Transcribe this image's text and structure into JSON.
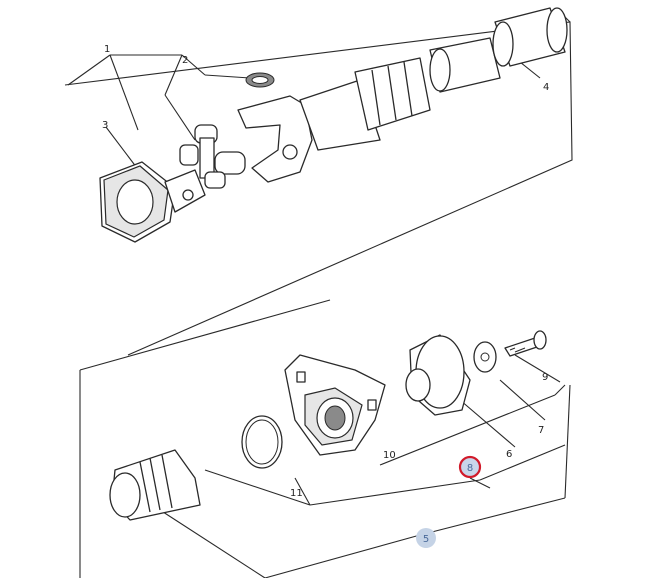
{
  "callouts": [
    {
      "id": "1",
      "label": "1"
    },
    {
      "id": "2",
      "label": "2"
    },
    {
      "id": "3",
      "label": "3"
    },
    {
      "id": "4",
      "label": "4"
    },
    {
      "id": "5",
      "label": "5"
    },
    {
      "id": "6",
      "label": "6"
    },
    {
      "id": "7",
      "label": "7"
    },
    {
      "id": "8",
      "label": "8"
    },
    {
      "id": "9",
      "label": "9"
    },
    {
      "id": "10",
      "label": "10"
    },
    {
      "id": "11",
      "label": "11"
    }
  ],
  "highlights": {
    "selected_part": "8",
    "selected_color": "#d11a2a",
    "hover_part": "5",
    "hover_color": "#c5d3e6"
  }
}
